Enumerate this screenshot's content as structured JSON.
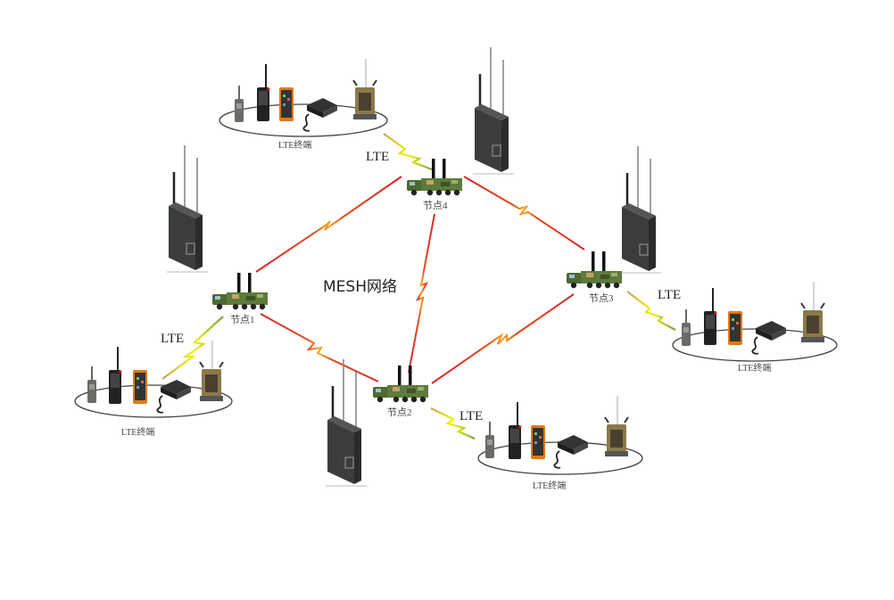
{
  "title": "MESH网络",
  "colors": {
    "mesh_link": "#d9262b",
    "mesh_link_mid": "#f5a623",
    "lte_link_a": "#f0c048",
    "lte_link_b": "#e8f000",
    "vehicle_camo": "#5e7a3c",
    "radio_body": "#3a3d3c"
  },
  "nodes": [
    {
      "id": "n1",
      "label": "节点1"
    },
    {
      "id": "n2",
      "label": "节点2"
    },
    {
      "id": "n3",
      "label": "节点3"
    },
    {
      "id": "n4",
      "label": "节点4"
    }
  ],
  "mesh_links": [
    {
      "from": "n1",
      "to": "n4"
    },
    {
      "from": "n4",
      "to": "n3"
    },
    {
      "from": "n4",
      "to": "n2"
    },
    {
      "from": "n1",
      "to": "n2"
    },
    {
      "from": "n2",
      "to": "n3"
    }
  ],
  "lte_links": [
    {
      "node": "n4",
      "group": "g_top",
      "label": "LTE"
    },
    {
      "node": "n1",
      "group": "g_left",
      "label": "LTE"
    },
    {
      "node": "n3",
      "group": "g_right",
      "label": "LTE"
    },
    {
      "node": "n2",
      "group": "g_bottom",
      "label": "LTE"
    }
  ],
  "terminal_groups": [
    {
      "id": "g_top",
      "label": "LTE终端",
      "devices": [
        "handheld-radio",
        "rugged-phone",
        "smartphone",
        "vehicle-radio",
        "manpack-radio"
      ]
    },
    {
      "id": "g_left",
      "label": "LTE终端",
      "devices": [
        "handheld-radio",
        "rugged-phone",
        "smartphone",
        "vehicle-radio",
        "manpack-radio"
      ]
    },
    {
      "id": "g_right",
      "label": "LTE终端",
      "devices": [
        "handheld-radio",
        "rugged-phone",
        "smartphone",
        "vehicle-radio",
        "manpack-radio"
      ]
    },
    {
      "id": "g_bottom",
      "label": "LTE终端",
      "devices": [
        "handheld-radio",
        "rugged-phone",
        "smartphone",
        "vehicle-radio",
        "manpack-radio"
      ]
    }
  ],
  "base_stations": 4
}
